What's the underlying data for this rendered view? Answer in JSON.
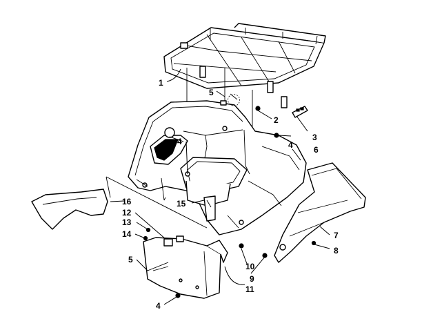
{
  "callouts": [
    {
      "id": "c1",
      "label": "1"
    },
    {
      "id": "c2",
      "label": "2"
    },
    {
      "id": "c3",
      "label": "3"
    },
    {
      "id": "c4a",
      "label": "4"
    },
    {
      "id": "c4b",
      "label": "4"
    },
    {
      "id": "c4c",
      "label": "4"
    },
    {
      "id": "c5a",
      "label": "5"
    },
    {
      "id": "c5b",
      "label": "5"
    },
    {
      "id": "c6",
      "label": "6"
    },
    {
      "id": "c7",
      "label": "7"
    },
    {
      "id": "c8",
      "label": "8"
    },
    {
      "id": "c9",
      "label": "9"
    },
    {
      "id": "c10",
      "label": "10"
    },
    {
      "id": "c11",
      "label": "11"
    },
    {
      "id": "c12",
      "label": "12"
    },
    {
      "id": "c13",
      "label": "13"
    },
    {
      "id": "c14",
      "label": "14"
    },
    {
      "id": "c15",
      "label": "15"
    },
    {
      "id": "c16",
      "label": "16"
    }
  ],
  "parts": [
    {
      "name": "rear-rack",
      "callout": "1"
    },
    {
      "name": "push-rivet",
      "callout": "2"
    },
    {
      "name": "reflector",
      "callout": "3"
    },
    {
      "name": "nut",
      "callout": "4"
    },
    {
      "name": "screw",
      "callout": "5"
    },
    {
      "name": "rear-fender-body",
      "callout": "6"
    },
    {
      "name": "fender-extension",
      "callout": "7"
    },
    {
      "name": "fastener",
      "callout": "8"
    },
    {
      "name": "washer",
      "callout": "9"
    },
    {
      "name": "grommet",
      "callout": "10"
    },
    {
      "name": "mud-flap",
      "callout": "11"
    },
    {
      "name": "clip",
      "callout": "12"
    },
    {
      "name": "rivet",
      "callout": "13"
    },
    {
      "name": "bolt",
      "callout": "14"
    },
    {
      "name": "bracket",
      "callout": "15"
    },
    {
      "name": "left-splash-panel",
      "callout": "16"
    }
  ]
}
